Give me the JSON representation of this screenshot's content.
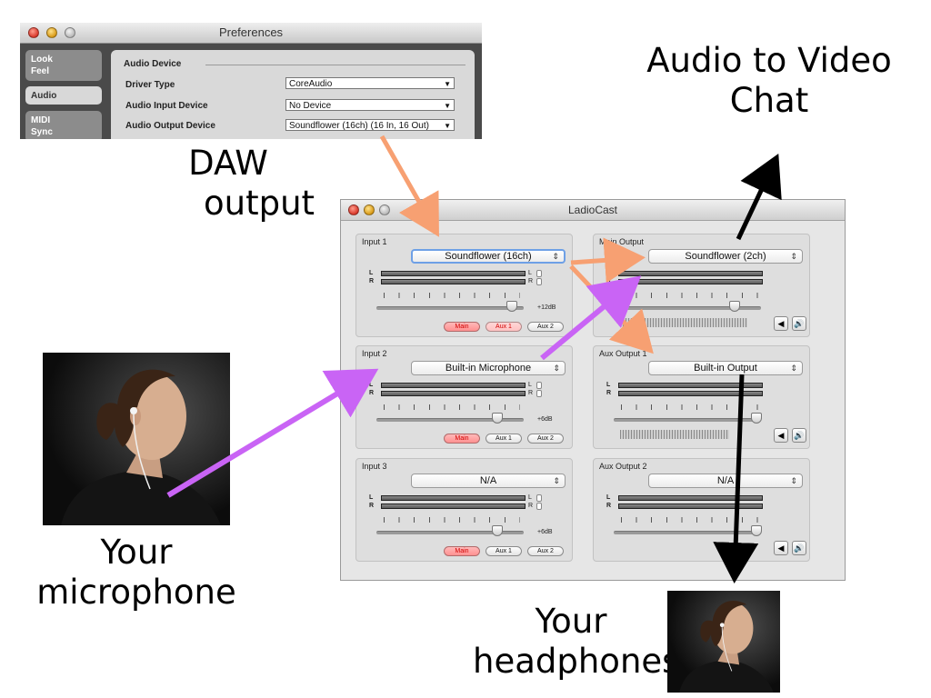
{
  "labels": {
    "daw_output_line1": "DAW",
    "daw_output_line2": "output",
    "audio_video_line1": "Audio to Video",
    "audio_video_line2": "Chat",
    "your_mic_line1": "Your",
    "your_mic_line2": "microphone",
    "your_headphones_line1": "Your",
    "your_headphones_line2": "headphones"
  },
  "preferences": {
    "title": "Preferences",
    "tabs": [
      {
        "line1": "Look",
        "line2": "Feel"
      },
      {
        "line1": "Audio",
        "line2": ""
      },
      {
        "line1": "MIDI",
        "line2": "Sync"
      }
    ],
    "section_title": "Audio Device",
    "rows": [
      {
        "label": "Driver Type",
        "value": "CoreAudio"
      },
      {
        "label": "Audio Input Device",
        "value": "No Device"
      },
      {
        "label": "Audio Output Device",
        "value": "Soundflower (16ch) (16 In, 16 Out)"
      }
    ]
  },
  "ladiocast": {
    "title": "LadioCast",
    "inputs": [
      {
        "name": "Input 1",
        "device": "Soundflower (16ch)",
        "gain": "+12dB",
        "main": "Main",
        "aux1": "Aux 1",
        "aux2": "Aux 2",
        "level": 0.92
      },
      {
        "name": "Input 2",
        "device": "Built-in Microphone",
        "gain": "+6dB",
        "main": "Main",
        "aux1": "Aux 1",
        "aux2": "Aux 2",
        "level": 0.82
      },
      {
        "name": "Input 3",
        "device": "N/A",
        "gain": "+6dB",
        "main": "Main",
        "aux1": "Aux 1",
        "aux2": "Aux 2",
        "level": 0.82
      }
    ],
    "outputs": [
      {
        "name": "Main Output",
        "device": "Soundflower (2ch)",
        "level": 0.82
      },
      {
        "name": "Aux Output 1",
        "device": "Built-in Output",
        "level": 0.97
      },
      {
        "name": "Aux Output 2",
        "device": "N/A",
        "level": 0.97
      }
    ],
    "meter_l": "L",
    "meter_r": "R"
  },
  "colors": {
    "arrow_orange": "#f7a072",
    "arrow_purple": "#c964f5",
    "arrow_black": "#000000",
    "main_button_red": "#d10000"
  }
}
